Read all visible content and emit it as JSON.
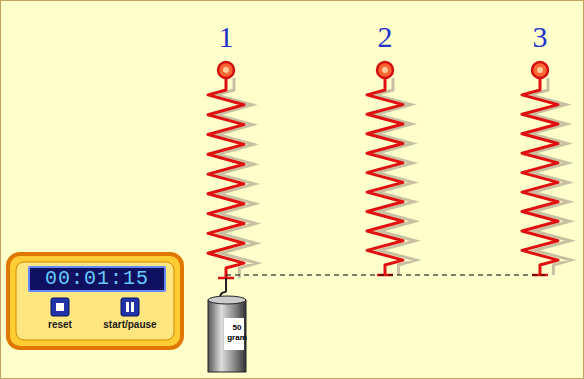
{
  "diagram": {
    "nodes": [
      {
        "text": [
          "00:01:15"
        ]
      },
      {
        "text": [
          "50 gram"
        ]
      }
    ],
    "labels": [
      "1",
      "2",
      "3",
      "reset",
      "start/pause"
    ]
  }
}
